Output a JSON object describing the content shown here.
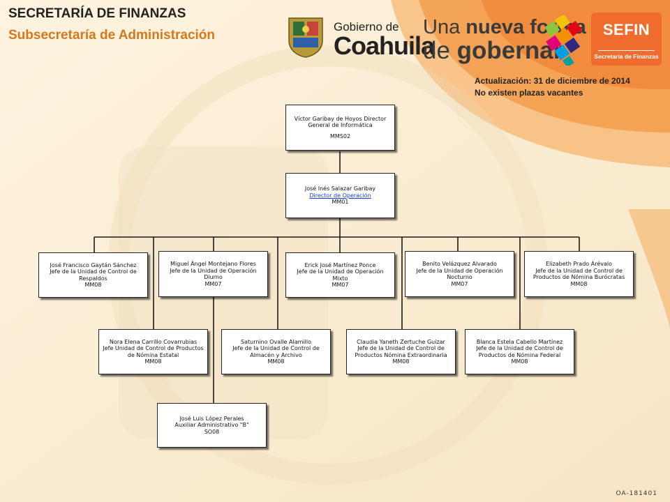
{
  "header": {
    "title": "SECRETARÍA DE FINANZAS",
    "subtitle": "Subsecretaría de Administración",
    "update_line": "Actualización: 31  de diciembre de 2014",
    "vacancy_line": "No existen plazas vacantes"
  },
  "logos": {
    "gobierno_de": "Gobierno de",
    "coahuila": "Coahuila",
    "slogan_una": "Una",
    "slogan_nueva_forma": "nueva forma",
    "slogan_de": "de",
    "slogan_gobernar": "gobernar",
    "sefin": "SEFIN",
    "sefin_sub": "Secretaría de Finanzas"
  },
  "colors": {
    "background": "#fbf0dc",
    "accent_orange": "#ef6b2e",
    "subtitle_orange": "#d4781e",
    "link_blue": "#1a3bd6"
  },
  "footer": {
    "code": "OA-181401"
  },
  "org": {
    "director_general": {
      "name": "Víctor Garibay  de Hoyos Director",
      "title": "General de Informática",
      "code": "MMS02"
    },
    "director_operacion": {
      "name": "José Inés Salazar Garibay",
      "title": "Director de Operación",
      "code": "MM01"
    },
    "units": [
      {
        "name": "José Francisco Gaytán Sánchez",
        "title": "Jefe de la Unidad de Control  de Respaldos",
        "code": "MM08"
      },
      {
        "name": "Miguel Ángel Montejano Flores",
        "title": "Jefe de la Unidad de Operación Diurno",
        "code": "MM07"
      },
      {
        "name": "Erick José Martínez Ponce",
        "title": "Jefe de la Unidad de Operación  Mixto",
        "code": "MM07"
      },
      {
        "name": "Benito Velázquez Alvarado",
        "title": "Jefe de la Unidad de Operación Nocturno",
        "code": "MM07"
      },
      {
        "name": "Elizabeth Prado Arévalo",
        "title": "Jefe de la Unidad de Control de Productos de Nómina Burócratas",
        "code": "MM08"
      },
      {
        "name": "Nora Elena Carrillo Covarrubias",
        "title": "Jefe Unidad de Control de Productos de Nómina Estatal",
        "code": "MM08"
      },
      {
        "name": "Saturnino Ovalle Alamillo",
        "title": "Jefe de la Unidad de Control de Almacén y Archivo",
        "code": "MM08"
      },
      {
        "name": "Claudia Yaneth Zertuche Guizar",
        "title": "Jefe de la Unidad de Control de Productos Nómina Extraordinaria",
        "code": "MM08"
      },
      {
        "name": "Blanca Estela Cabello Martínez",
        "title": "Jefe de la Unidad de Control de Productos de Nómina Federal",
        "code": "MM08"
      },
      {
        "name": "José Luis López Perales",
        "title": "Auxiliar  Administrativo  \"B\"",
        "code": "SO08"
      }
    ]
  }
}
